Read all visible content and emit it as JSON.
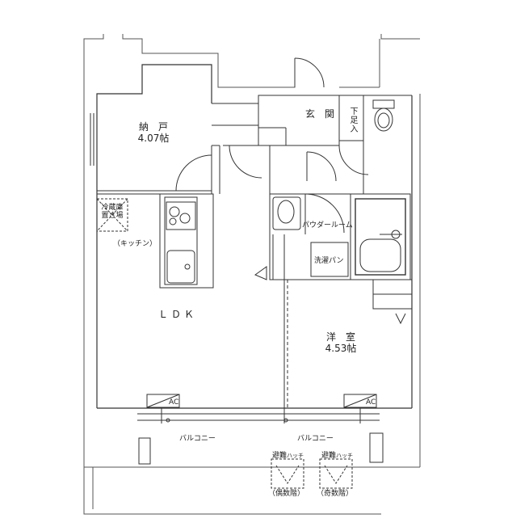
{
  "rooms": {
    "storage": {
      "name": "納　戸",
      "area": "4.07帖"
    },
    "entrance": {
      "name": "玄　関"
    },
    "shoe_box": {
      "name": "下足入"
    },
    "fridge": {
      "line1": "冷蔵庫",
      "line2": "置き場"
    },
    "kitchen": {
      "name": "（キッチン）"
    },
    "ldk": {
      "name": "ＬＤＫ"
    },
    "powder": {
      "name": "パウダールーム"
    },
    "washer": {
      "name": "洗濯パン"
    },
    "western": {
      "name": "洋　室",
      "area": "4.53帖"
    }
  },
  "ac_left": "AC",
  "ac_right": "AC",
  "balcony_left": "バルコニー",
  "balcony_right": "バルコニー",
  "hatch_left": {
    "title": "避難",
    "sub": "ハッチ",
    "note": "（偶数階）"
  },
  "hatch_right": {
    "title": "避難",
    "sub": "ハッチ",
    "note": "（奇数階）"
  }
}
